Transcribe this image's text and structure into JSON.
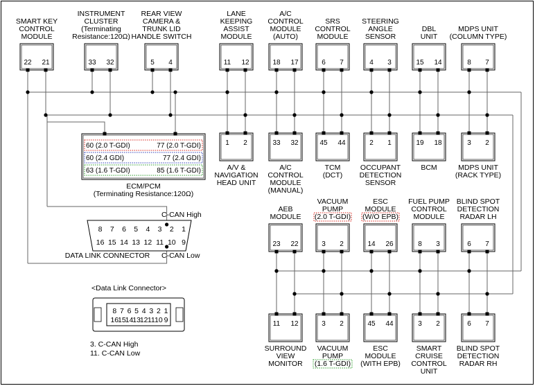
{
  "modules_top": [
    {
      "id": "smart-key",
      "label": [
        "SMART KEY",
        "CONTROL",
        "MODULE"
      ],
      "pins": [
        "22",
        "21"
      ]
    },
    {
      "id": "instrument-cluster",
      "label": [
        "INSTRUMENT",
        "CLUSTER",
        "(Terminating",
        "Resistance:120Ω)"
      ],
      "pins": [
        "33",
        "32"
      ]
    },
    {
      "id": "rear-view-camera",
      "label": [
        "REAR VIEW",
        "CAMERA &",
        "TRUNK LID",
        "HANDLE SWITCH"
      ],
      "pins": [
        "5",
        "4"
      ]
    },
    {
      "id": "lane-keeping",
      "label": [
        "LANE",
        "KEEPING",
        "ASSIST",
        "MODULE"
      ],
      "pins": [
        "11",
        "12"
      ]
    },
    {
      "id": "ac-auto",
      "label": [
        "A/C",
        "CONTROL",
        "MODULE",
        "(AUTO)"
      ],
      "pins": [
        "18",
        "17"
      ]
    },
    {
      "id": "srs",
      "label": [
        "SRS",
        "CONTROL",
        "MODULE"
      ],
      "pins": [
        "6",
        "7"
      ]
    },
    {
      "id": "steering-angle",
      "label": [
        "STEERING",
        "ANGLE",
        "SENSOR"
      ],
      "pins": [
        "4",
        "3"
      ]
    },
    {
      "id": "dbl",
      "label": [
        "DBL",
        "UNIT"
      ],
      "pins": [
        "15",
        "14"
      ]
    },
    {
      "id": "mdps-column",
      "label": [
        "MDPS UNIT",
        "(COLUMN TYPE)"
      ],
      "pins": [
        "8",
        "7"
      ]
    }
  ],
  "modules_mid": [
    {
      "id": "av-navigation",
      "label": [
        "A/V &",
        "NAVIGATION",
        "HEAD UNIT"
      ],
      "pins": [
        "1",
        "2"
      ]
    },
    {
      "id": "ac-manual",
      "label": [
        "A/C",
        "CONTROL",
        "MODULE",
        "(MANUAL)"
      ],
      "pins": [
        "33",
        "32"
      ]
    },
    {
      "id": "tcm",
      "label": [
        "TCM",
        "(DCT)"
      ],
      "pins": [
        "45",
        "44"
      ]
    },
    {
      "id": "occupant",
      "label": [
        "OCCUPANT",
        "DETECTION",
        "SENSOR"
      ],
      "pins": [
        "2",
        "1"
      ]
    },
    {
      "id": "bcm",
      "label": [
        "BCM"
      ],
      "pins": [
        "19",
        "18"
      ]
    },
    {
      "id": "mdps-rack",
      "label": [
        "MDPS UNIT",
        "(RACK TYPE)"
      ],
      "pins": [
        "3",
        "2"
      ]
    }
  ],
  "ecm": {
    "rows": [
      {
        "left": "60 (2.0 T-GDI)",
        "right": "77 (2.0 T-GDI)",
        "color": "#d9241b"
      },
      {
        "left": "60 (2.4 GDI)",
        "right": "77 (2.4 GDI)",
        "color": "#2c3fb8"
      },
      {
        "left": "63 (1.6 T-GDI)",
        "right": "85 (1.6 T-GDI)",
        "color": "#2a9d2a"
      }
    ],
    "label": [
      "ECM/PCM",
      "(Terminating Resistance:120Ω)"
    ]
  },
  "dlc": {
    "top_pins": [
      "8",
      "7",
      "6",
      "5",
      "4",
      "3",
      "2",
      "1"
    ],
    "bottom_pins": [
      "16",
      "15",
      "14",
      "13",
      "12",
      "11",
      "10",
      "9"
    ],
    "can_high": "C-CAN High",
    "can_low": "C-CAN Low",
    "label": "DATA LINK CONNECTOR"
  },
  "legend": {
    "title": "<Data Link Connector>",
    "note1": "3. C-CAN High",
    "note2": "11. C-CAN Low"
  },
  "modules_lower_top": [
    {
      "id": "aeb",
      "label": [
        "AEB",
        "MODULE"
      ],
      "pins": [
        "23",
        "22"
      ]
    },
    {
      "id": "vacuum-20",
      "label": [
        "VACUUM",
        "PUMP",
        "(2.0 T-GDI)"
      ],
      "pins": [
        "3",
        "2"
      ]
    },
    {
      "id": "esc-wo-epb",
      "label": [
        "ESC",
        "MODULE",
        "(W/O EPB)"
      ],
      "pins": [
        "14",
        "26"
      ]
    },
    {
      "id": "fuel-pump",
      "label": [
        "FUEL PUMP",
        "CONTROL",
        "MODULE"
      ],
      "pins": [
        "8",
        "3"
      ]
    },
    {
      "id": "bsd-lh",
      "label": [
        "BLIND SPOT",
        "DETECTION",
        "RADAR LH"
      ],
      "pins": [
        "6",
        "7"
      ]
    }
  ],
  "modules_lower_bottom": [
    {
      "id": "surround-view",
      "label": [
        "SURROUND",
        "VIEW",
        "MONITOR"
      ],
      "pins": [
        "11",
        "12"
      ]
    },
    {
      "id": "vacuum-16",
      "label": [
        "VACUUM",
        "PUMP",
        "(1.6 T-GDI)"
      ],
      "pins": [
        "3",
        "2"
      ]
    },
    {
      "id": "esc-with-epb",
      "label": [
        "ESC",
        "MODULE",
        "(WITH EPB)"
      ],
      "pins": [
        "45",
        "44"
      ]
    },
    {
      "id": "smart-cruise",
      "label": [
        "SMART",
        "CRUISE",
        "CONTROL",
        "UNIT"
      ],
      "pins": [
        "3",
        "2"
      ]
    },
    {
      "id": "bsd-rh",
      "label": [
        "BLIND SPOT",
        "DETECTION",
        "RADAR RH"
      ],
      "pins": [
        "6",
        "7"
      ]
    }
  ],
  "colors": {
    "red": "#d9241b",
    "blue": "#2c3fb8",
    "green": "#2a9d2a",
    "wire": "#666666",
    "box": "#000000"
  }
}
